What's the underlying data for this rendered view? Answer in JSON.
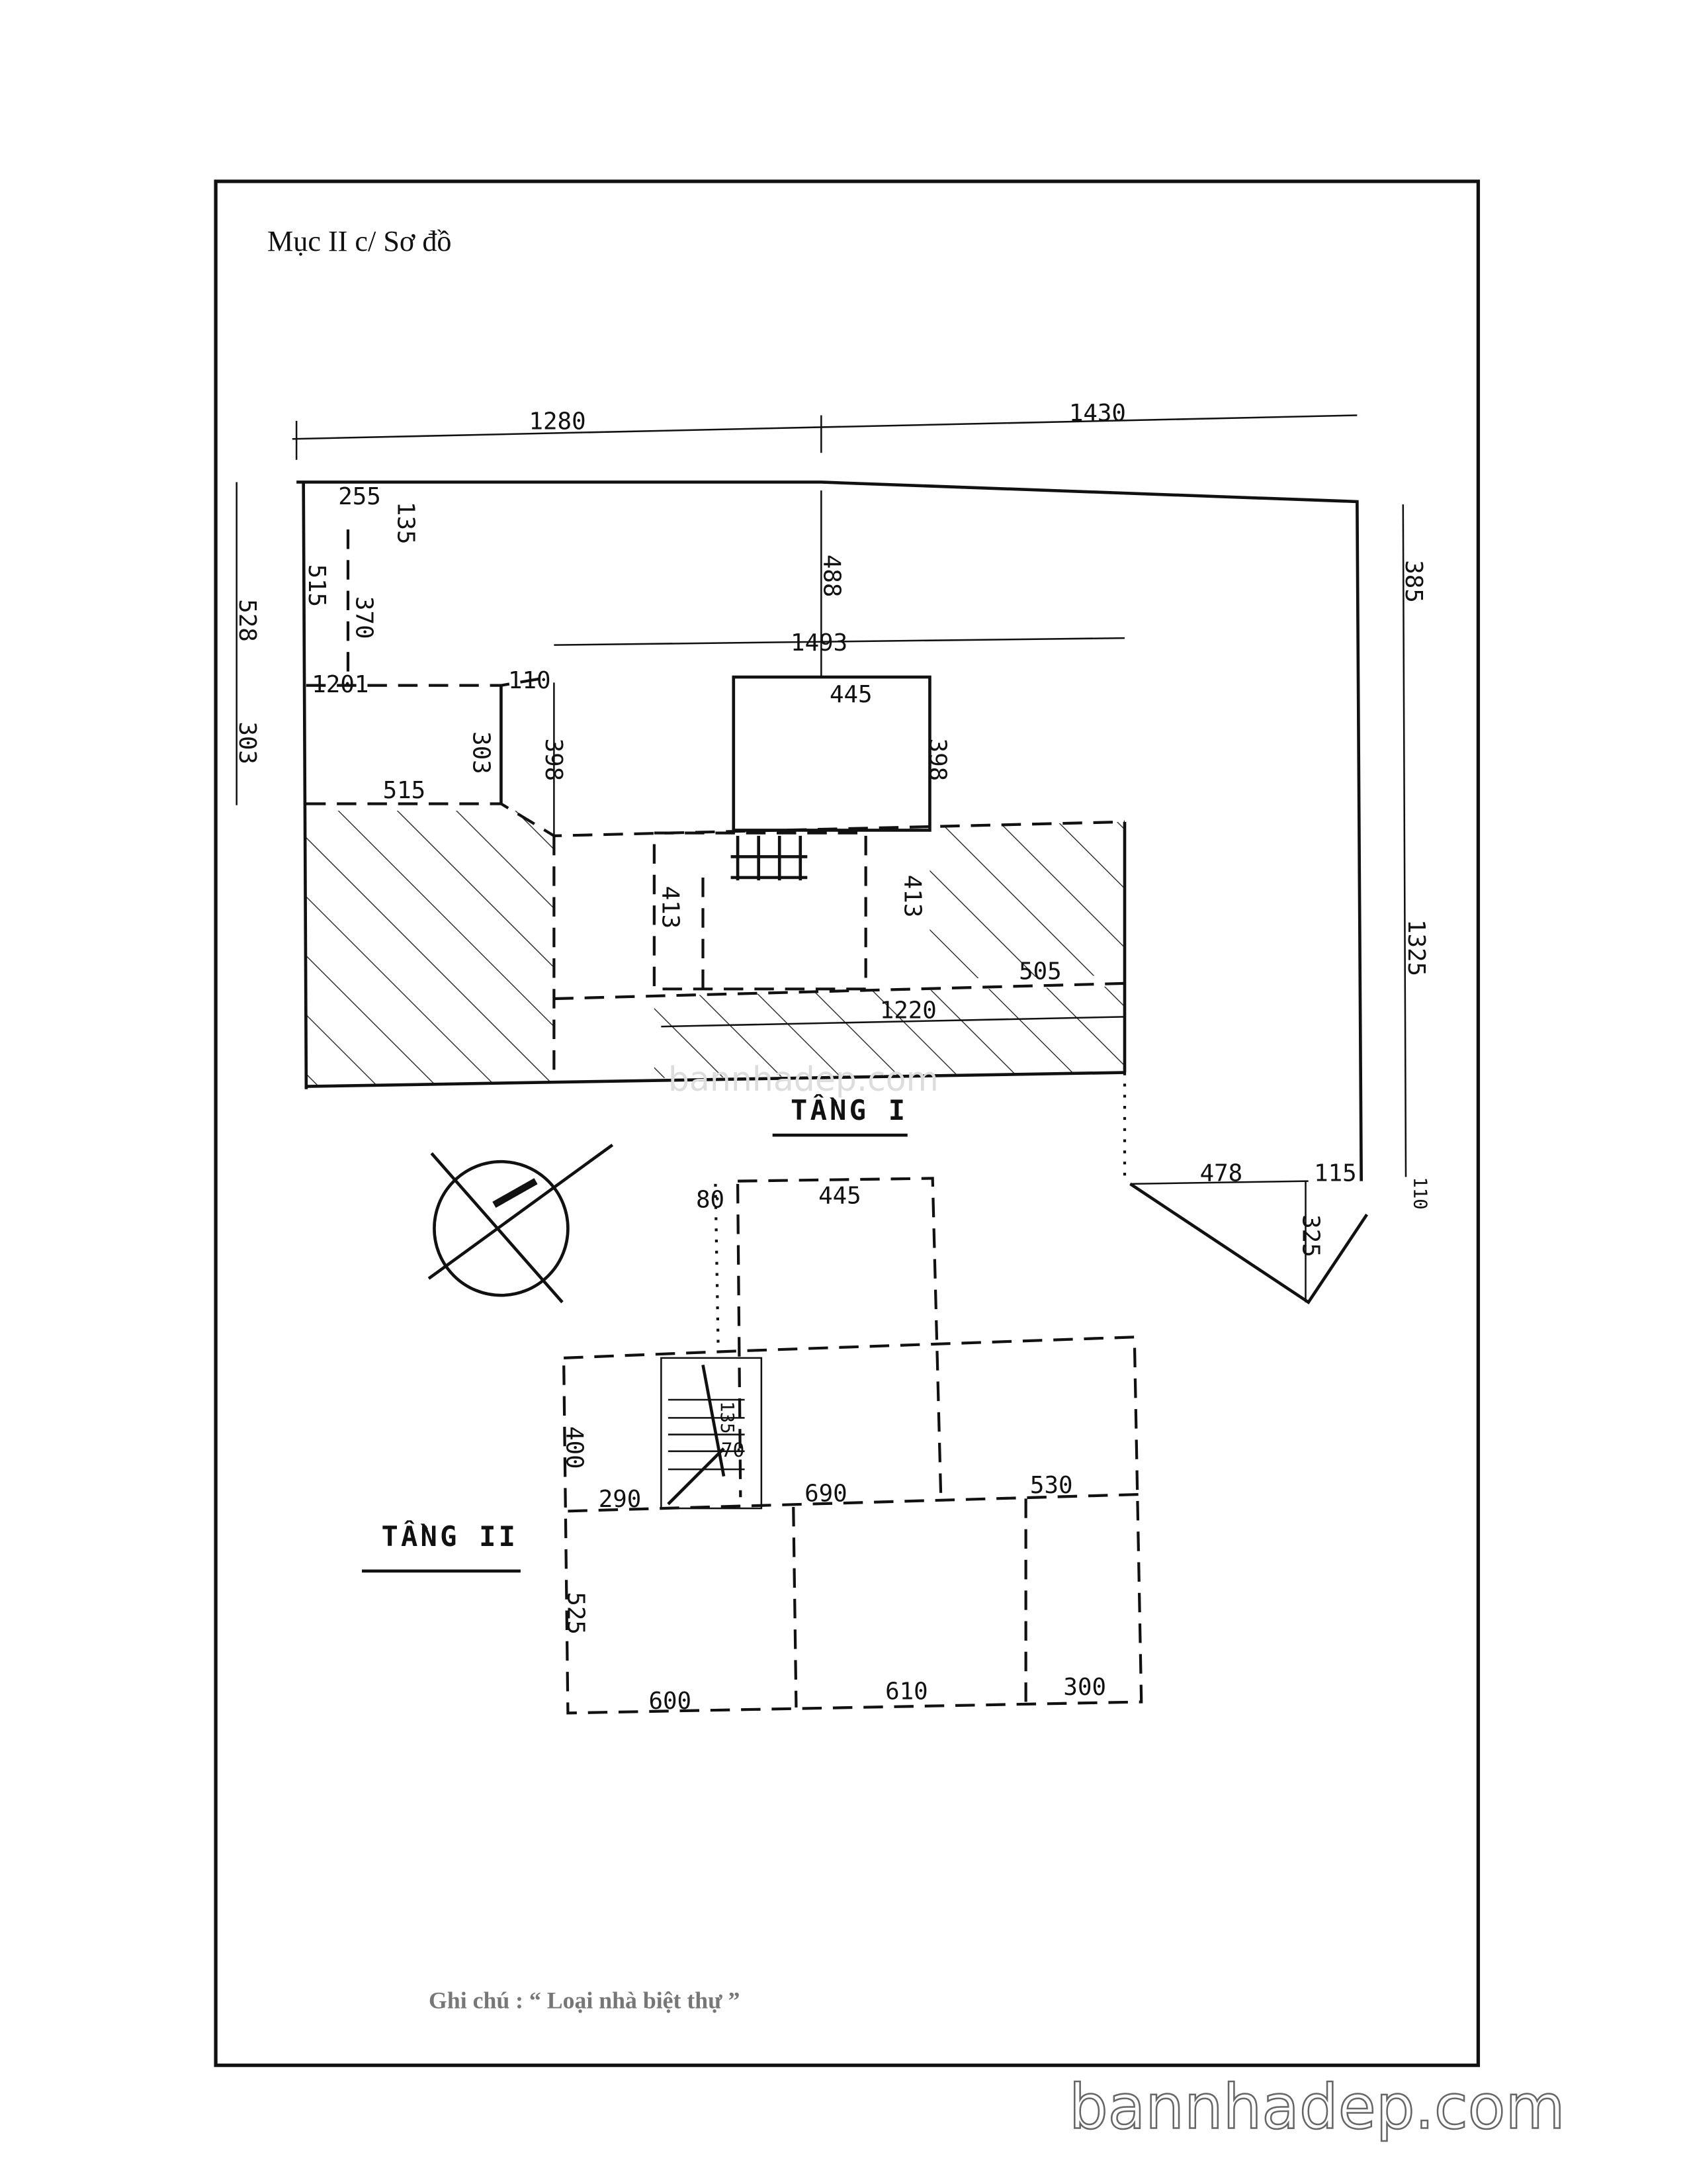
{
  "section_title": "Mục II c/ Sơ đồ",
  "floor1": {
    "label": "TẦNG I",
    "dims": {
      "top_left": "1280",
      "top_right": "1430",
      "left_upper": "528",
      "left_lower": "303",
      "d255": "255",
      "d135": "135",
      "d515_v": "515",
      "d370": "370",
      "d488": "488",
      "d1493": "1493",
      "d385": "385",
      "d1201": "1201",
      "d110": "110",
      "d445": "445",
      "d303": "303",
      "d398_left": "398",
      "d398_right": "398",
      "d515_h": "515",
      "d413_left": "413",
      "d413_right": "413",
      "d505": "505",
      "d1220": "1220",
      "d1325": "1325",
      "d478": "478",
      "d115": "115",
      "d110_corner": "110",
      "d325": "325"
    }
  },
  "floor2": {
    "label": "TẦNG II",
    "dims": {
      "d80": "80",
      "d445": "445",
      "d400": "400",
      "d135": "135",
      "d70": "70",
      "d290": "290",
      "d690": "690",
      "d530": "530",
      "d525": "525",
      "d600": "600",
      "d610": "610",
      "d300": "300"
    }
  },
  "note": "Ghi chú : “ Loại nhà biệt thự ”",
  "watermark": "bannhadep.com",
  "watermark_center": "bannhadep.com",
  "north_arrow_icon": "compass-north-icon"
}
